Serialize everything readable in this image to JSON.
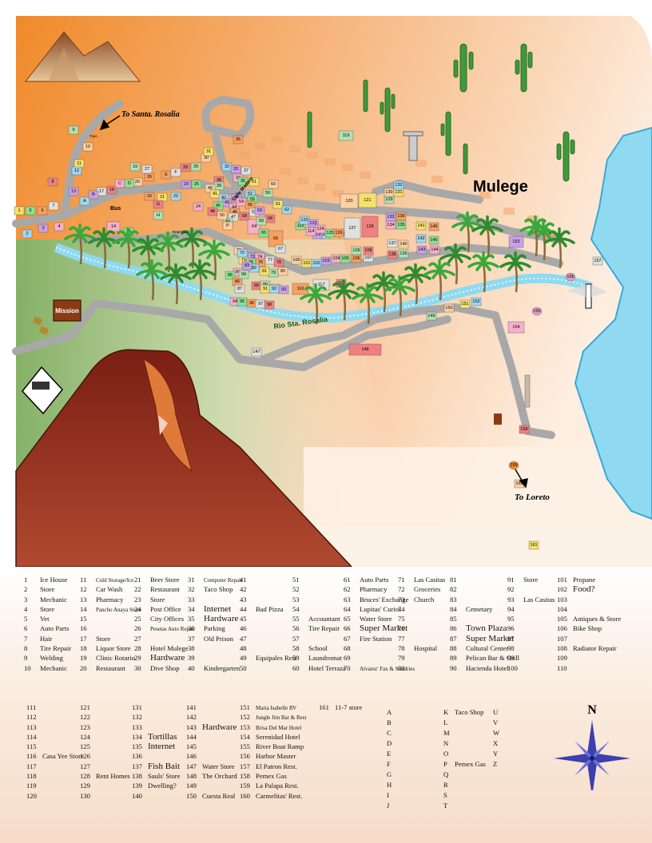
{
  "map": {
    "town_name": "Mulege",
    "road_north": "To Santa. Rosalia",
    "road_south": "To Loreto",
    "mission": "Mission",
    "river": "Rio Sta. Rosalia",
    "compass": "N",
    "small_labels": {
      "bus": "Bus",
      "topo": "Topo",
      "calle": "Calle Madero",
      "p": "P",
      "road_crew": "Real Cruz"
    },
    "lots": [
      "1",
      "2",
      "3",
      "4",
      "5",
      "6",
      "7",
      "8",
      "9",
      "10",
      "11",
      "12",
      "13",
      "14",
      "15",
      "16",
      "17",
      "18",
      "19",
      "20",
      "21",
      "22",
      "23",
      "24",
      "25",
      "26",
      "27",
      "28",
      "29",
      "30",
      "31",
      "32",
      "33",
      "34",
      "35",
      "36",
      "37",
      "38",
      "39",
      "40",
      "41",
      "42",
      "43",
      "44",
      "45",
      "46",
      "47",
      "48",
      "49",
      "50",
      "51",
      "52",
      "53",
      "54",
      "55",
      "56",
      "57",
      "58",
      "59",
      "60",
      "61",
      "62",
      "63",
      "64",
      "65",
      "66",
      "67",
      "68",
      "69",
      "70",
      "71",
      "72",
      "73",
      "74",
      "75",
      "76",
      "77",
      "78",
      "79",
      "80",
      "81",
      "82",
      "83",
      "84",
      "85",
      "86",
      "87",
      "88",
      "89",
      "90",
      "91",
      "92",
      "93",
      "94",
      "95",
      "96",
      "97",
      "98",
      "99",
      "100",
      "101",
      "102",
      "103",
      "104",
      "105",
      "106",
      "107",
      "108",
      "109",
      "110",
      "111",
      "112",
      "113",
      "114",
      "115",
      "116",
      "117",
      "118",
      "119",
      "120",
      "121",
      "122",
      "123",
      "124",
      "125",
      "126",
      "127",
      "128",
      "129",
      "130",
      "131",
      "132",
      "133",
      "134",
      "135",
      "136",
      "137",
      "138",
      "139",
      "140",
      "141",
      "142",
      "143",
      "144",
      "145",
      "146",
      "147",
      "148",
      "149",
      "150",
      "151",
      "152",
      "153",
      "154",
      "155",
      "156",
      "157",
      "158",
      "159",
      "160",
      "161",
      "A",
      "B",
      "C",
      "D",
      "E",
      "F",
      "G",
      "H",
      "P"
    ]
  },
  "legend": {
    "col1": [
      {
        "n": "1",
        "t": "Ice House"
      },
      {
        "n": "2",
        "t": "Store"
      },
      {
        "n": "3",
        "t": "Mechanic"
      },
      {
        "n": "4",
        "t": "Store"
      },
      {
        "n": "5",
        "t": "Vet"
      },
      {
        "n": "6",
        "t": "Auto Parts"
      },
      {
        "n": "7",
        "t": "Hair"
      },
      {
        "n": "8",
        "t": "Tire Repair"
      },
      {
        "n": "9",
        "t": "Welding"
      },
      {
        "n": "10",
        "t": "Mechanic"
      }
    ],
    "col2": [
      {
        "n": "11",
        "t": "Cold Storage/Ice"
      },
      {
        "n": "12",
        "t": "Car Wash"
      },
      {
        "n": "13",
        "t": "Pharmacy"
      },
      {
        "n": "14",
        "t": "Pancho Anaya Store"
      },
      {
        "n": "15",
        "t": ""
      },
      {
        "n": "16",
        "t": ""
      },
      {
        "n": "17",
        "t": "Store"
      },
      {
        "n": "18",
        "t": "Liquor Store"
      },
      {
        "n": "19",
        "t": "Clinic Rotario"
      },
      {
        "n": "20",
        "t": "Restaurant"
      }
    ],
    "col3": [
      {
        "n": "21",
        "t": "Beer Store"
      },
      {
        "n": "22",
        "t": "Restaurant"
      },
      {
        "n": "23",
        "t": "Store"
      },
      {
        "n": "24",
        "t": "Post Office"
      },
      {
        "n": "25",
        "t": "City Offices"
      },
      {
        "n": "26",
        "t": "Pesetas Auto Repair"
      },
      {
        "n": "27",
        "t": ""
      },
      {
        "n": "28",
        "t": "Hotel Mulege"
      },
      {
        "n": "29",
        "t": "Hardware"
      },
      {
        "n": "30",
        "t": "Dive Shop"
      }
    ],
    "col4": [
      {
        "n": "31",
        "t": "Computer Repair"
      },
      {
        "n": "32",
        "t": "Taco Shop"
      },
      {
        "n": "33",
        "t": ""
      },
      {
        "n": "34",
        "t": "Internet"
      },
      {
        "n": "35",
        "t": "Hardware"
      },
      {
        "n": "36",
        "t": "Parking"
      },
      {
        "n": "37",
        "t": "Old Prison"
      },
      {
        "n": "38",
        "t": ""
      },
      {
        "n": "39",
        "t": ""
      },
      {
        "n": "40",
        "t": "Kindergarten"
      }
    ],
    "col5": [
      {
        "n": "41",
        "t": ""
      },
      {
        "n": "42",
        "t": ""
      },
      {
        "n": "43",
        "t": ""
      },
      {
        "n": "44",
        "t": "Bad Pizza"
      },
      {
        "n": "45",
        "t": ""
      },
      {
        "n": "46",
        "t": ""
      },
      {
        "n": "47",
        "t": ""
      },
      {
        "n": "48",
        "t": ""
      },
      {
        "n": "49",
        "t": "Equipales Rest"
      },
      {
        "n": "50",
        "t": ""
      }
    ],
    "col6": [
      {
        "n": "51",
        "t": ""
      },
      {
        "n": "52",
        "t": ""
      },
      {
        "n": "53",
        "t": ""
      },
      {
        "n": "54",
        "t": ""
      },
      {
        "n": "55",
        "t": "Accountant"
      },
      {
        "n": "56",
        "t": "Tire Repair"
      },
      {
        "n": "57",
        "t": ""
      },
      {
        "n": "58",
        "t": "School"
      },
      {
        "n": "59",
        "t": "Laundromat"
      },
      {
        "n": "60",
        "t": "Hotel Terraza"
      }
    ],
    "col7": [
      {
        "n": "61",
        "t": "Auto Parts"
      },
      {
        "n": "62",
        "t": "Pharmacy"
      },
      {
        "n": "63",
        "t": "Bruces' Exchange"
      },
      {
        "n": "64",
        "t": "Lupitas' Curios"
      },
      {
        "n": "65",
        "t": "Water Store"
      },
      {
        "n": "66",
        "t": "Super Market"
      },
      {
        "n": "67",
        "t": "Fire Station"
      },
      {
        "n": "68",
        "t": ""
      },
      {
        "n": "69",
        "t": ""
      },
      {
        "n": "70",
        "t": "Alvarez' Fax & Sundries"
      }
    ],
    "col8": [
      {
        "n": "71",
        "t": "Las Casitas"
      },
      {
        "n": "72",
        "t": "Groceries"
      },
      {
        "n": "73",
        "t": "Church"
      },
      {
        "n": "74",
        "t": ""
      },
      {
        "n": "75",
        "t": ""
      },
      {
        "n": "76",
        "t": ""
      },
      {
        "n": "77",
        "t": ""
      },
      {
        "n": "78",
        "t": "Hospital"
      },
      {
        "n": "79",
        "t": ""
      },
      {
        "n": "80",
        "t": ""
      }
    ],
    "col9": [
      {
        "n": "81",
        "t": ""
      },
      {
        "n": "82",
        "t": ""
      },
      {
        "n": "83",
        "t": ""
      },
      {
        "n": "84",
        "t": "Cemetary"
      },
      {
        "n": "85",
        "t": ""
      },
      {
        "n": "86",
        "t": "Town Plaza"
      },
      {
        "n": "87",
        "t": "Super Market"
      },
      {
        "n": "88",
        "t": "Cultural Center"
      },
      {
        "n": "89",
        "t": "Pelican Bar & Grill"
      },
      {
        "n": "90",
        "t": "Hacienda Hotel"
      }
    ],
    "col10": [
      {
        "n": "91",
        "t": "Store"
      },
      {
        "n": "92",
        "t": ""
      },
      {
        "n": "93",
        "t": "Las Casitas"
      },
      {
        "n": "94",
        "t": ""
      },
      {
        "n": "95",
        "t": ""
      },
      {
        "n": "96",
        "t": ""
      },
      {
        "n": "97",
        "t": ""
      },
      {
        "n": "98",
        "t": ""
      },
      {
        "n": "99",
        "t": ""
      },
      {
        "n": "100",
        "t": ""
      }
    ],
    "col11": [
      {
        "n": "101",
        "t": "Propane"
      },
      {
        "n": "102",
        "t": "Food?"
      },
      {
        "n": "103",
        "t": ""
      },
      {
        "n": "104",
        "t": ""
      },
      {
        "n": "105",
        "t": "Antiques & Store"
      },
      {
        "n": "106",
        "t": "Bike Shop"
      },
      {
        "n": "107",
        "t": ""
      },
      {
        "n": "108",
        "t": "Radiator Repair"
      },
      {
        "n": "109",
        "t": ""
      },
      {
        "n": "110",
        "t": ""
      }
    ],
    "col12": [
      {
        "n": "111",
        "t": ""
      },
      {
        "n": "112",
        "t": ""
      },
      {
        "n": "113",
        "t": ""
      },
      {
        "n": "114",
        "t": ""
      },
      {
        "n": "115",
        "t": ""
      },
      {
        "n": "116",
        "t": "Casa Yee Store"
      },
      {
        "n": "117",
        "t": ""
      },
      {
        "n": "118",
        "t": ""
      },
      {
        "n": "119",
        "t": ""
      },
      {
        "n": "120",
        "t": ""
      }
    ],
    "col13": [
      {
        "n": "121",
        "t": ""
      },
      {
        "n": "122",
        "t": ""
      },
      {
        "n": "123",
        "t": ""
      },
      {
        "n": "124",
        "t": ""
      },
      {
        "n": "125",
        "t": ""
      },
      {
        "n": "126",
        "t": ""
      },
      {
        "n": "127",
        "t": ""
      },
      {
        "n": "128",
        "t": "Rent Homes"
      },
      {
        "n": "129",
        "t": ""
      },
      {
        "n": "130",
        "t": ""
      }
    ],
    "col14": [
      {
        "n": "131",
        "t": ""
      },
      {
        "n": "132",
        "t": ""
      },
      {
        "n": "133",
        "t": ""
      },
      {
        "n": "134",
        "t": "Tortillas"
      },
      {
        "n": "135",
        "t": "Internet"
      },
      {
        "n": "136",
        "t": ""
      },
      {
        "n": "137",
        "t": "Fish Bait"
      },
      {
        "n": "138",
        "t": "Sauls' Store"
      },
      {
        "n": "139",
        "t": "Dwelling?"
      },
      {
        "n": "140",
        "t": ""
      }
    ],
    "col15": [
      {
        "n": "141",
        "t": ""
      },
      {
        "n": "142",
        "t": ""
      },
      {
        "n": "143",
        "t": "Hardware"
      },
      {
        "n": "144",
        "t": ""
      },
      {
        "n": "145",
        "t": ""
      },
      {
        "n": "146",
        "t": ""
      },
      {
        "n": "147",
        "t": "Water Store"
      },
      {
        "n": "148",
        "t": "The Orchard"
      },
      {
        "n": "149",
        "t": ""
      },
      {
        "n": "150",
        "t": "Cuesta Real"
      }
    ],
    "col16": [
      {
        "n": "151",
        "t": "Maria Isabelle RV"
      },
      {
        "n": "152",
        "t": "Jungle Jim Bar & Rest"
      },
      {
        "n": "153",
        "t": "Brisa Del Mar Hotel"
      },
      {
        "n": "154",
        "t": "Serenidad Hotel"
      },
      {
        "n": "155",
        "t": "River Boat Ramp"
      },
      {
        "n": "156",
        "t": "Harbor Master"
      },
      {
        "n": "157",
        "t": "El Patron Rest."
      },
      {
        "n": "158",
        "t": "Pemex Gas"
      },
      {
        "n": "159",
        "t": "La Palapa Rest."
      },
      {
        "n": "160",
        "t": "Carmelitas' Rest."
      }
    ],
    "col17": [
      {
        "n": "161",
        "t": "11-7 store"
      }
    ],
    "letters1": [
      "A",
      "B",
      "C",
      "D",
      "E",
      "F",
      "G",
      "H",
      "I",
      "J"
    ],
    "letters2": [
      {
        "n": "K",
        "t": "Taco Shop"
      },
      {
        "n": "L",
        "t": ""
      },
      {
        "n": "M",
        "t": ""
      },
      {
        "n": "N",
        "t": ""
      },
      {
        "n": "O",
        "t": ""
      },
      {
        "n": "P",
        "t": "Pemex Gas"
      },
      {
        "n": "Q",
        "t": ""
      },
      {
        "n": "R",
        "t": ""
      },
      {
        "n": "S",
        "t": ""
      },
      {
        "n": "T",
        "t": ""
      }
    ],
    "letters3": [
      "U",
      "V",
      "W",
      "X",
      "Y",
      "Z"
    ]
  },
  "colors": {
    "desert": "#f39c3a",
    "sea": "#8fdaf0",
    "green": "#7fbf7a",
    "road": "#a8a8a8",
    "mesa": "#8b2a1e",
    "sand": "#f6d2b0"
  }
}
